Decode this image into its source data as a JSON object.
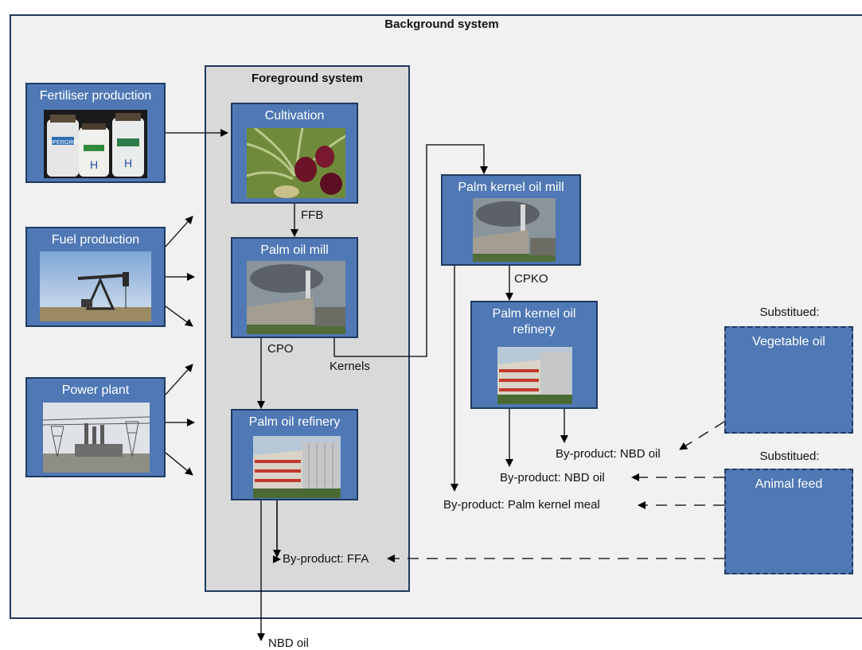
{
  "background_system": {
    "title": "Background system"
  },
  "foreground_system": {
    "title": "Foreground system"
  },
  "processes": {
    "fertiliser": "Fertiliser production",
    "fuel": "Fuel production",
    "power": "Power plant",
    "cultivation": "Cultivation",
    "palm_oil_mill": "Palm oil mill",
    "palm_oil_refinery": "Palm oil refinery",
    "pko_mill": "Palm kernel oil mill",
    "pko_refinery": "Palm kernel oil refinery"
  },
  "flows": {
    "ffb": "FFB",
    "cpo": "CPO",
    "kernels": "Kernels",
    "cpko": "CPKO",
    "nbd_oil_out": "NBD oil"
  },
  "byproducts": {
    "nbd_oil_1": "By-product: NBD oil",
    "nbd_oil_2": "By-product: NBD oil",
    "palm_kernel_meal": "By-product: Palm kernel meal",
    "ffa": "By-product: FFA"
  },
  "substituted": {
    "label_1": "Substitued:",
    "vegetable_oil": "Vegetable oil",
    "label_2": "Substitued:",
    "animal_feed": "Animal feed"
  },
  "bag_labels": {
    "bag1": "UPERGRO",
    "bag2": "H",
    "bag3": "H"
  },
  "colors": {
    "process_fill": "#4f78b5",
    "process_border": "#1f3a5f",
    "background": "#f1f1f1",
    "foreground": "#d9d9d9"
  }
}
